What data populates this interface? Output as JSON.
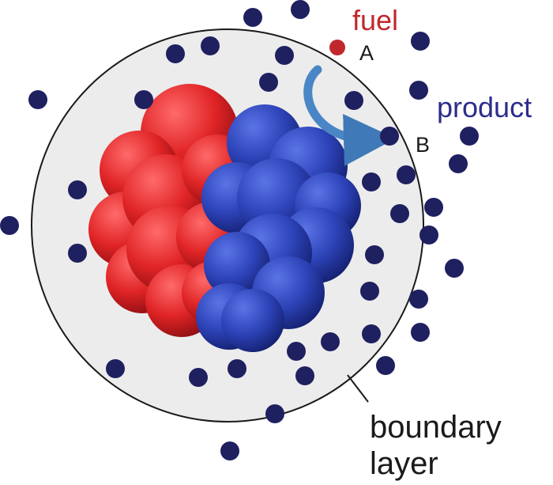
{
  "labels": {
    "fuel": "fuel",
    "point_a": "A",
    "product": "product",
    "point_b": "B",
    "boundary_line1": "boundary",
    "boundary_line2": "layer"
  },
  "colors": {
    "fuel": "#c0282c",
    "product": "#2c2c8c",
    "label_dark": "#1a1a1a",
    "molecule": "#1f2060",
    "catalyst_red": "#e02426",
    "catalyst_blue": "#2d43b8",
    "boundary_fill": "#ececec",
    "arrow": "#4a86c5"
  },
  "icons": {
    "fuel_molecule": "red-dot-icon",
    "product_molecule": "navy-dot-icon",
    "conversion_arrow": "curved-arrow-icon"
  }
}
